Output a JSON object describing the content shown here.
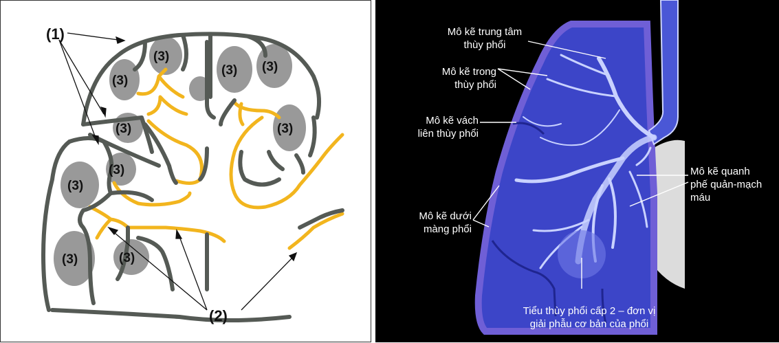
{
  "left_diagram": {
    "label_1": "(1)",
    "label_2": "(2)",
    "cell_label": "(3)",
    "colors": {
      "septa": "#555a55",
      "airway": "#f2b51e",
      "lobule": "#9a9a9a"
    }
  },
  "right_diagram": {
    "label_central": [
      "Mô kẽ trung tâm",
      "thùy phổi"
    ],
    "label_intralobular": [
      "Mô kẽ trong",
      "thùy phổi"
    ],
    "label_septal": [
      "Mô kẽ vách",
      "liên thùy phổi"
    ],
    "label_subpleural": [
      "Mô kẽ dưới",
      "màng phổi"
    ],
    "label_peribronchovascular": [
      "Mô kẽ quanh",
      "phế quản-mạch",
      "máu"
    ],
    "label_secondary_lobule": [
      "Tiểu thùy phổi cấp 2 – đơn vị",
      "giải phẫu cơ bản của phổi"
    ],
    "colors": {
      "background": "#000000",
      "lung": "#3c45c8",
      "text": "#ffffff"
    }
  }
}
